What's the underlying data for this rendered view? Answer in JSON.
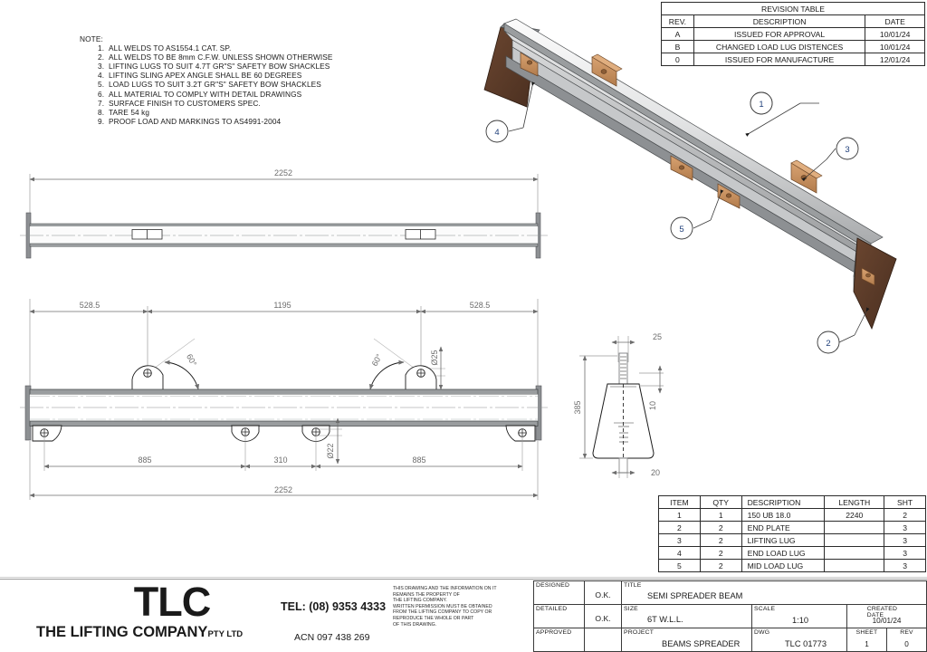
{
  "notes": {
    "heading": "NOTE:",
    "items": [
      "ALL WELDS TO AS1554.1 CAT. SP.",
      "ALL WELDS TO BE 8mm C.F.W. UNLESS SHOWN OTHERWISE",
      "LIFTING LUGS TO SUIT 4.7T GR\"S\" SAFETY BOW SHACKLES",
      "LIFTING SLING APEX ANGLE SHALL BE 60 DEGREES",
      "LOAD LUGS TO SUIT 3.2T GR\"S\" SAFETY BOW SHACKLES",
      "ALL MATERIAL TO COMPLY WITH DETAIL DRAWINGS",
      "SURFACE FINISH TO CUSTOMERS SPEC.",
      "TARE 54 kg",
      "PROOF LOAD AND MARKINGS TO AS4991-2004"
    ]
  },
  "revision_table": {
    "title": "REVISION TABLE",
    "headers": [
      "REV.",
      "DESCRIPTION",
      "DATE"
    ],
    "rows": [
      {
        "rev": "A",
        "description": "ISSUED FOR APPROVAL",
        "date": "10/01/24"
      },
      {
        "rev": "B",
        "description": "CHANGED LOAD LUG DISTENCES",
        "date": "10/01/24"
      },
      {
        "rev": "0",
        "description": "ISSUED FOR MANUFACTURE",
        "date": "12/01/24"
      }
    ]
  },
  "bom_table": {
    "headers": [
      "ITEM",
      "QTY",
      "DESCRIPTION",
      "LENGTH",
      "SHT"
    ],
    "rows": [
      {
        "item": "1",
        "qty": "1",
        "description": "150 UB 18.0",
        "length": "2240",
        "sht": "2"
      },
      {
        "item": "2",
        "qty": "2",
        "description": "END PLATE",
        "length": "",
        "sht": "3"
      },
      {
        "item": "3",
        "qty": "2",
        "description": "LIFTING LUG",
        "length": "",
        "sht": "3"
      },
      {
        "item": "4",
        "qty": "2",
        "description": "END LOAD LUG",
        "length": "",
        "sht": "3"
      },
      {
        "item": "5",
        "qty": "2",
        "description": "MID LOAD LUG",
        "length": "",
        "sht": "3"
      }
    ]
  },
  "company": {
    "logo_main": "TLC",
    "logo_sub": "THE LIFTING COMPANY",
    "logo_suffix": "PTY LTD",
    "tel": "TEL: (08) 9353 4333",
    "acn": "ACN 097 438 269"
  },
  "disclaimer": {
    "lines": [
      "THIS DRAWING AND THE INFORMATION ON IT",
      "REMAINS THE PROPERTY OF",
      "THE LIFTING COMPANY.",
      "WRITTEN PERMISSION MUST BE OBTAINED",
      "FROM THE LIFTING COMPANY TO COPY OR",
      "REPRODUCE THE WHOLE OR PART",
      "OF THIS DRAWING."
    ]
  },
  "title_block": {
    "designed_label": "DESIGNED",
    "designed_value": "O.K.",
    "detailed_label": "DETAILED",
    "detailed_value": "O.K.",
    "approved_label": "APPROVED",
    "approved_value": "",
    "title_label": "TITLE",
    "title_value": "SEMI SPREADER BEAM",
    "size_label": "SIZE",
    "size_value": "6T W.L.L.",
    "scale_label": "SCALE",
    "scale_value": "1:10",
    "created_date_label": "CREATED DATE",
    "created_date_value": "10/01/24",
    "project_label": "PROJECT",
    "project_value": "BEAMS SPREADER",
    "dwg_label": "DWG",
    "dwg_value": "TLC 01773",
    "sheet_label": "SHEET",
    "sheet_value": "1",
    "rev_label": "REV",
    "rev_value": "0"
  },
  "drawing": {
    "plan_view": {
      "overall_length": "2252"
    },
    "elevation_view": {
      "top_dims": [
        "528.5",
        "1195",
        "528.5"
      ],
      "angles": [
        "60°",
        "60°"
      ],
      "lift_hole_dia": "Ø25",
      "load_hole_dia": "Ø22",
      "bottom_dims": [
        "885",
        "310",
        "885"
      ],
      "overall_length": "2252"
    },
    "end_view": {
      "plate_width_top": "25",
      "plate_height": "385",
      "plate_thk": "10",
      "plate_base": "20"
    },
    "balloons": [
      "1",
      "2",
      "3",
      "4",
      "5"
    ]
  },
  "colors": {
    "end_plate": "#5a3a28",
    "lug": "#c8905e",
    "beam_light": "#e8e9ea",
    "beam_mid": "#b9bbbd",
    "beam_dark": "#6f7275",
    "dim_gray": "#6d6d6d",
    "balloon_text": "#1f3f7a",
    "line": "#2b2b2b"
  }
}
